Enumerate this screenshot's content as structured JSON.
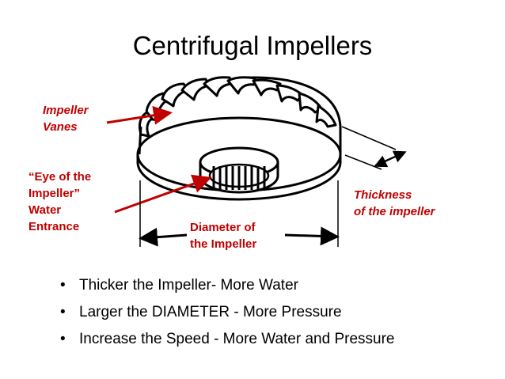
{
  "title": "Centrifugal Impellers",
  "labels": {
    "vanes": [
      "Impeller",
      "Vanes"
    ],
    "eye": [
      "“Eye of the",
      "Impeller”",
      "Water",
      "Entrance"
    ],
    "diameter": [
      "Diameter of",
      "the Impeller"
    ],
    "thickness": [
      "Thickness",
      "of the impeller"
    ]
  },
  "bullets": [
    "Thicker the Impeller-  More Water",
    "Larger the DIAMETER  -  More Pressure",
    "Increase the Speed - More Water and Pressure"
  ],
  "colors": {
    "annotation": "#c00000",
    "text": "#000000",
    "background": "#ffffff"
  }
}
